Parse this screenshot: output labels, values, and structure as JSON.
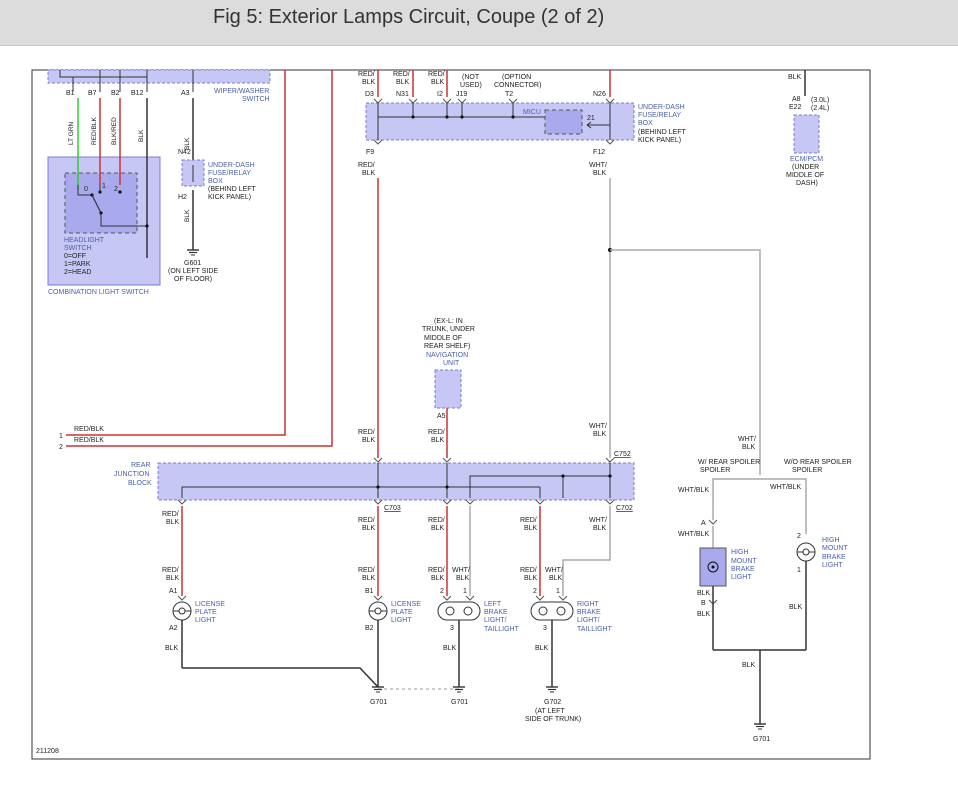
{
  "title": "Fig 5: Exterior Lamps Circuit, Coupe (2 of 2)",
  "figure_id": "211208",
  "colors": {
    "red_wire": "#cc3333",
    "green_wire": "#33cc33",
    "gray_wire": "#aaaaaa",
    "black_wire": "#333333",
    "component_fill": "#c7c7f5",
    "component_stroke": "#7b7bd0",
    "label_blue": "#4a5fa8",
    "title_bar": "#dcdcdc"
  },
  "combination_switch": {
    "pins": [
      "B1",
      "B7",
      "B2",
      "B12"
    ],
    "wire_colors": [
      "LT GRN",
      "RED/BLK",
      "BLK/RED",
      "BLK"
    ],
    "switch_label": "HEADLIGHT SWITCH",
    "positions": [
      "0=OFF",
      "1=PARK",
      "2=HEAD"
    ],
    "contact_labels": [
      "0",
      "1",
      "2"
    ],
    "label": "COMBINATION LIGHT SWITCH"
  },
  "wiper_switch": {
    "pin": "A3",
    "label": "WIPER/WASHER SWITCH"
  },
  "left_fuse_box": {
    "pin_in": "N42",
    "pin_out": "H2",
    "wire_in": "BLK",
    "wire_out": "BLK",
    "label": "UNDER-DASH FUSE/RELAY BOX",
    "note": "(BEHIND LEFT KICK PANEL)"
  },
  "ground_g601": {
    "id": "G601",
    "note": "(ON LEFT SIDE OF FLOOR)"
  },
  "main_fuse_box": {
    "top_wires": [
      "RED/ BLK",
      "RED/ BLK",
      "RED/ BLK",
      "(NOT USED)",
      "(OPTION CONNECTOR)"
    ],
    "top_pins": [
      "D3",
      "N31",
      "I2",
      "J19",
      "T2",
      "N26"
    ],
    "micu_label": "MICU",
    "micu_pin": "21",
    "label": "UNDER-DASH FUSE/RELAY BOX",
    "note": "(BEHIND LEFT KICK PANEL)",
    "bottom_pins": [
      "F9",
      "F12"
    ],
    "bottom_wires": [
      "RED/ BLK",
      "WHT/ BLK"
    ]
  },
  "ecm": {
    "wire": "BLK",
    "pins": [
      "A8",
      "E22"
    ],
    "pin_notes": [
      "(3.0L)",
      "(2.4L)"
    ],
    "label": "ECM/PCM",
    "note": "(UNDER MIDDLE OF DASH)"
  },
  "navigation_unit": {
    "note": "(EX-L: IN TRUNK, UNDER MIDDLE OF REAR SHELF)",
    "label": "NAVIGATION UNIT",
    "pin": "A5"
  },
  "left_wires": [
    {
      "num": "1",
      "color": "RED/BLK"
    },
    {
      "num": "2",
      "color": "RED/BLK"
    }
  ],
  "junction_block": {
    "label": "REAR JUNCTION BLOCK",
    "connectors": [
      "C752",
      "C703",
      "C702"
    ],
    "in_wires": [
      "RED/ BLK",
      "RED/ BLK",
      "WHT/ BLK"
    ],
    "out_wires": [
      "RED/ BLK",
      "RED/ BLK",
      "RED/ BLK",
      "WHT/ BLK",
      "RED/ BLK",
      "WHT/ BLK"
    ]
  },
  "lamps": {
    "license_left": {
      "label": "LICENSE PLATE LIGHT",
      "pins": [
        "A1",
        "A2"
      ],
      "wire_in": "RED/ BLK",
      "wire_out": "BLK"
    },
    "license_right": {
      "label": "LICENSE PLATE LIGHT",
      "pins": [
        "B1",
        "B2"
      ],
      "wire_in": "RED/ BLK"
    },
    "left_brake": {
      "label": "LEFT BRAKE LIGHT/ TAILLIGHT",
      "pins": [
        "2",
        "1",
        "3"
      ],
      "wires": [
        "RED/ BLK",
        "WHT/ BLK",
        "BLK"
      ]
    },
    "right_brake": {
      "label": "RIGHT BRAKE LIGHT/ TAILLIGHT",
      "pins": [
        "2",
        "1",
        "3"
      ],
      "wires": [
        "RED/ BLK",
        "WHT/ BLK",
        "BLK"
      ]
    }
  },
  "grounds": {
    "g701": "G701",
    "g702": "G702",
    "g702_note": "(AT LEFT SIDE OF TRUNK)"
  },
  "spoiler": {
    "feed_wire": "WHT/ BLK",
    "w_label": "W/ REAR SPOILER",
    "wo_label": "W/O REAR SPOILER",
    "w_wires": [
      "WHT/BLK",
      "WHT/BLK",
      "BLK",
      "BLK"
    ],
    "wo_wires": [
      "WHT/BLK",
      "BLK"
    ],
    "w_pins": [
      "A",
      "B"
    ],
    "wo_pins": [
      "2",
      "1"
    ],
    "light_label": "HIGH MOUNT BRAKE LIGHT",
    "common_wire": "BLK"
  }
}
